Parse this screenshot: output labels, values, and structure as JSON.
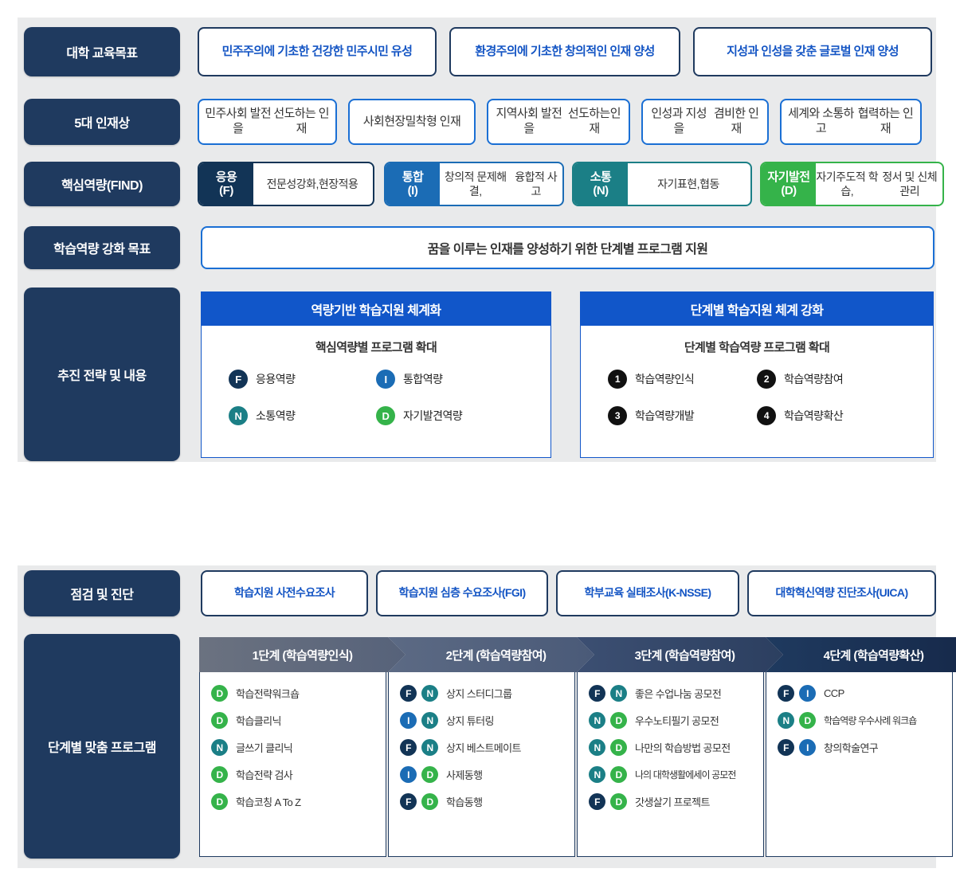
{
  "colors": {
    "navy": "#1f3a5f",
    "blue": "#1156c9",
    "F": "#123456",
    "I": "#1b6cb5",
    "N": "#1b7f86",
    "D": "#35b34a",
    "page_bg": "#e9eaeb"
  },
  "rows": {
    "education_goals": {
      "label": "대학 교육목표",
      "items": [
        "민주주의에 기초한 건강한 민주시민 유성",
        "환경주의에 기초한 창의적인 인재 양성",
        "지성과 인성을 갖춘 글로벌 인재 양성"
      ]
    },
    "talent_types": {
      "label": "5대 인재상",
      "items": [
        "민주사회 발전을\n선도하는 인재",
        "사회현장\n밀착형 인재",
        "지역사회 발전을\n선도하는인재",
        "인성과 지성을\n겸비한 인재",
        "세계와 소통하고\n협력하는 인재"
      ]
    },
    "core_competency": {
      "label": "핵심역량(FIND)",
      "items": [
        {
          "key": "응용",
          "code": "(F)",
          "letter": "F",
          "desc": "전문성강화,\n현장적용"
        },
        {
          "key": "통합",
          "code": "(I)",
          "letter": "I",
          "desc": "창의적 문제해결,\n융합적 사고"
        },
        {
          "key": "소통",
          "code": "(N)",
          "letter": "N",
          "desc": "자기표현,\n협동"
        },
        {
          "key": "자기발전",
          "code": "(D)",
          "letter": "D",
          "desc": "자기주도적 학습,\n정서 및 신체관리"
        }
      ]
    },
    "learning_goal": {
      "label": "학습역량 강화 목표",
      "text": "꿈을 이루는 인재를 양성하기 위한 단계별 프로그램 지원"
    },
    "strategy": {
      "label": "추진 전략 및 내용",
      "cards": [
        {
          "title": "역량기반 학습지원 체계화",
          "subtitle": "핵심역량별 프로그램 확대",
          "items": [
            {
              "badge": "F",
              "type": "letter",
              "text": "응용역량"
            },
            {
              "badge": "I",
              "type": "letter",
              "text": "통합역량"
            },
            {
              "badge": "N",
              "type": "letter",
              "text": "소통역량"
            },
            {
              "badge": "D",
              "type": "letter",
              "text": "자기발견역량"
            }
          ]
        },
        {
          "title": "단계별 학습지원 체계 강화",
          "subtitle": "단계별 학습역량 프로그램 확대",
          "items": [
            {
              "badge": "1",
              "type": "num",
              "text": "학습역량인식"
            },
            {
              "badge": "2",
              "type": "num",
              "text": "학습역량참여"
            },
            {
              "badge": "3",
              "type": "num",
              "text": "학습역량개발"
            },
            {
              "badge": "4",
              "type": "num",
              "text": "학습역량확산"
            }
          ]
        }
      ]
    },
    "diagnosis": {
      "label": "점검 및 진단",
      "items": [
        "학습지원 사전수요조사",
        "학습지원 심층 수요조사(FGI)",
        "학부교육 실태조사(K-NSSE)",
        "대학혁신역량 진단조사(UICA)"
      ]
    },
    "stage_programs": {
      "label": "단계별 맞춤 프로그램",
      "stages": [
        {
          "header": "1단계 (학습역량인식)",
          "programs": [
            {
              "badges": [
                "D"
              ],
              "text": "학습전략워크숍"
            },
            {
              "badges": [
                "D"
              ],
              "text": "학습클리닉"
            },
            {
              "badges": [
                "N"
              ],
              "text": "글쓰기 클리닉"
            },
            {
              "badges": [
                "D"
              ],
              "text": "학습전략 검사"
            },
            {
              "badges": [
                "D"
              ],
              "text": "학습코칭 A To Z"
            }
          ]
        },
        {
          "header": "2단계 (학습역량참여)",
          "programs": [
            {
              "badges": [
                "F",
                "N"
              ],
              "text": "상지 스터디그룹"
            },
            {
              "badges": [
                "I",
                "N"
              ],
              "text": "상지 튜터링"
            },
            {
              "badges": [
                "F",
                "N"
              ],
              "text": "상지 베스트메이트"
            },
            {
              "badges": [
                "I",
                "D"
              ],
              "text": "사제동행"
            },
            {
              "badges": [
                "F",
                "D"
              ],
              "text": "학습동행"
            }
          ]
        },
        {
          "header": "3단계 (학습역량참여)",
          "programs": [
            {
              "badges": [
                "F",
                "N"
              ],
              "text": "좋은 수업나눔 공모전"
            },
            {
              "badges": [
                "N",
                "D"
              ],
              "text": "우수노티필기 공모전"
            },
            {
              "badges": [
                "N",
                "D"
              ],
              "text": "나만의 학습방법 공모전"
            },
            {
              "badges": [
                "N",
                "D"
              ],
              "text": "나의 대학생활에세이 공모전",
              "small": true
            },
            {
              "badges": [
                "F",
                "D"
              ],
              "text": "갓생살기 프로젝트"
            }
          ]
        },
        {
          "header": "4단계 (학습역량확산)",
          "programs": [
            {
              "badges": [
                "F",
                "I"
              ],
              "text": "CCP"
            },
            {
              "badges": [
                "N",
                "D"
              ],
              "text": "학습역량 우수사례 워크숍",
              "small": true
            },
            {
              "badges": [
                "F",
                "I"
              ],
              "text": "창의학술연구"
            }
          ]
        }
      ]
    }
  }
}
